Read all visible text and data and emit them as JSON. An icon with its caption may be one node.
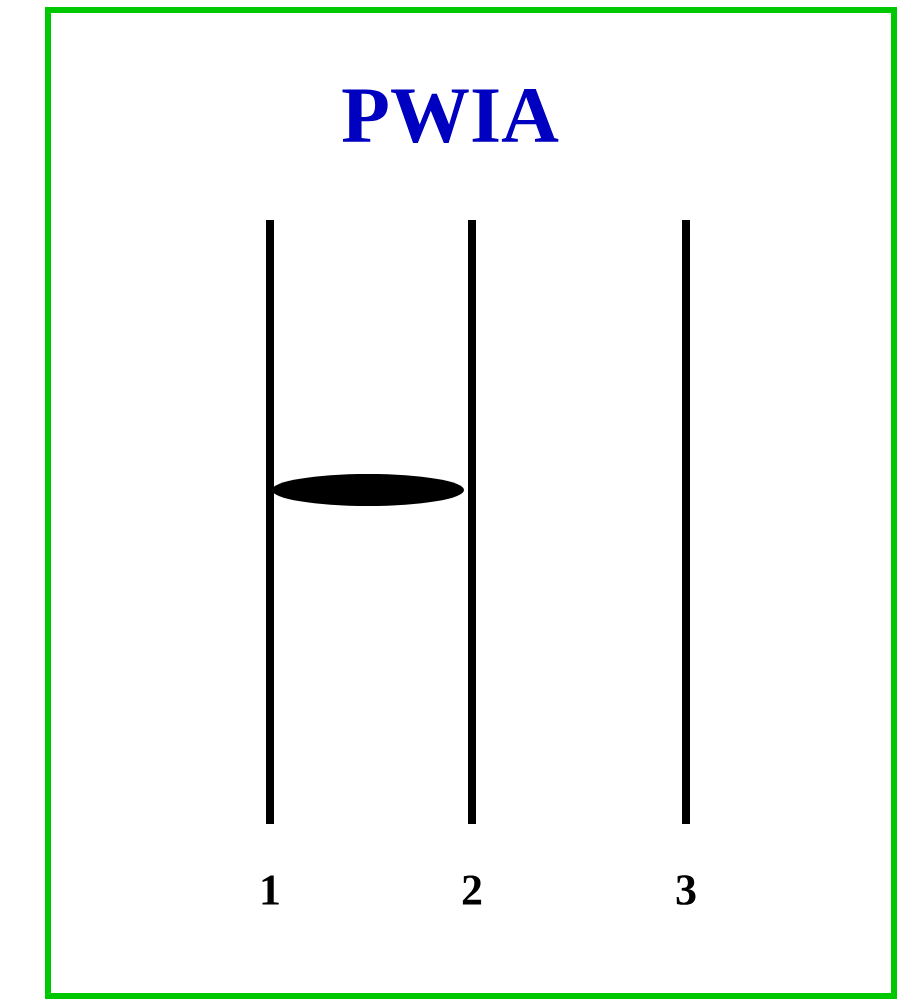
{
  "diagram": {
    "title": "PWIA",
    "labels": [
      "1",
      "2",
      "3"
    ]
  }
}
